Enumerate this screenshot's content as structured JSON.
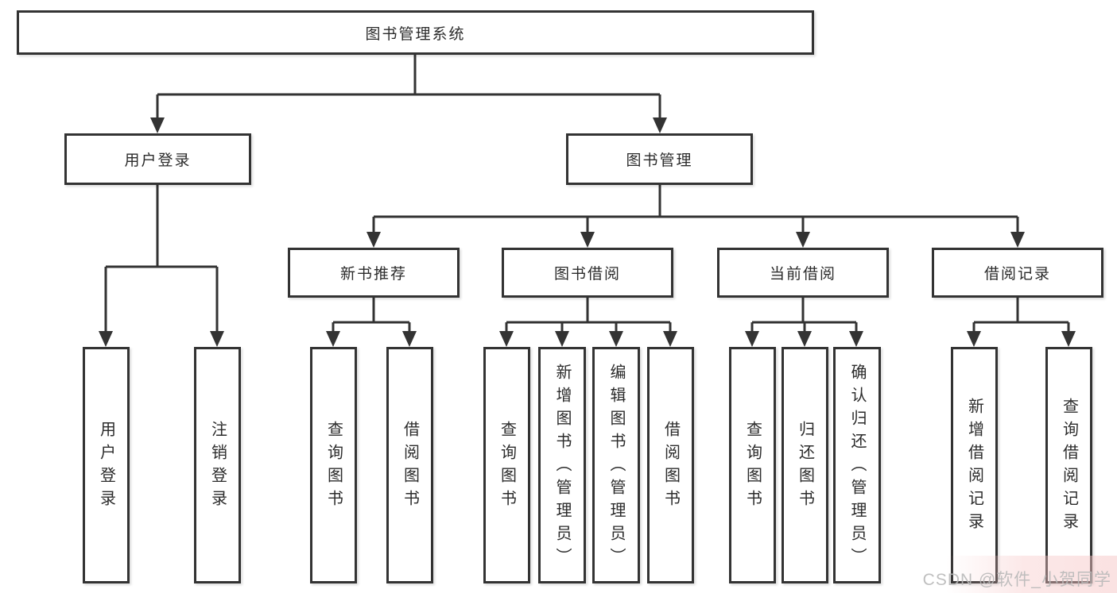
{
  "diagram": {
    "root": "图书管理系统",
    "branches": [
      {
        "label": "用户登录",
        "children": [
          "用户登录",
          "注销登录"
        ]
      },
      {
        "label": "图书管理",
        "sections": [
          {
            "label": "新书推荐",
            "children": [
              "查询图书",
              "借阅图书"
            ]
          },
          {
            "label": "图书借阅",
            "children": [
              "查询图书",
              "新增图书（管理员）",
              "编辑图书（管理员）",
              "借阅图书"
            ]
          },
          {
            "label": "当前借阅",
            "children": [
              "查询图书",
              "归还图书",
              "确认归还（管理员）"
            ]
          },
          {
            "label": "借阅记录",
            "children": [
              "新增借阅记录",
              "查询借阅记录"
            ]
          }
        ]
      }
    ]
  },
  "watermark": "CSDN @软件_小贺同学",
  "colors": {
    "background": "#ffffff",
    "line": "#333333",
    "box_border": "#333333",
    "text": "#2b2b2b",
    "watermark_text": "#b9b9b9",
    "watermark_haze": "#f6c4c4"
  }
}
